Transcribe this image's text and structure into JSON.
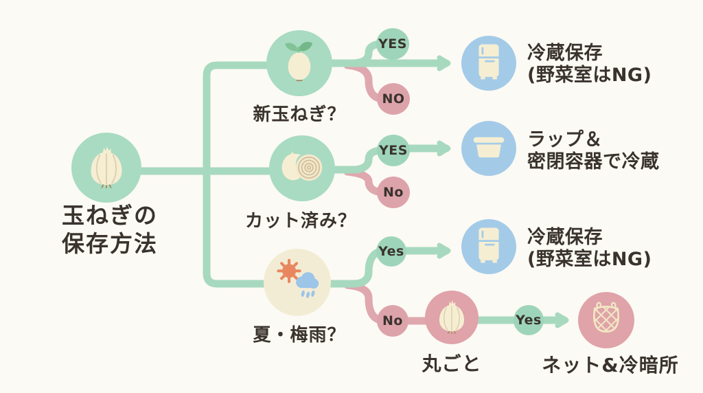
{
  "diagram": {
    "title": {
      "line1": "玉ねぎの",
      "line2": "保存方法"
    },
    "root": {
      "icon": "onion-icon"
    },
    "branches": [
      {
        "question": "新玉ねぎ？",
        "icon": "sprout-onion-icon",
        "yes_label": "YES",
        "no_label": "NO",
        "result": {
          "icon": "fridge-icon",
          "line1": "冷蔵保存",
          "line2": "(野菜室はNG)"
        }
      },
      {
        "question": "カット済み？",
        "icon": "cut-onion-icon",
        "yes_label": "YES",
        "no_label": "No",
        "result": {
          "icon": "container-icon",
          "line1": "ラップ＆",
          "line2": "密閉容器で冷蔵"
        }
      },
      {
        "question": "夏・梅雨？",
        "icon": "sun-rain-icon",
        "yes_label": "Yes",
        "no_label": "No",
        "result": {
          "icon": "fridge-icon",
          "line1": "冷蔵保存",
          "line2": "(野菜室はNG)"
        },
        "no_branch": {
          "node_label": "丸ごと",
          "node_icon": "onion-icon",
          "yes_label": "Yes",
          "result_icon": "net-bag-icon",
          "result_label": "ネット&冷暗所"
        }
      }
    ],
    "colors": {
      "background": "#fcfaf4",
      "green_node": "#a8dbc2",
      "green_line": "#a7d9bf",
      "green_badge": "#9ed5ba",
      "pink_line": "#dfa8ae",
      "pink_badge": "#dda3ab",
      "pink_node": "#dfa3a9",
      "blue_node": "#a3cbe8",
      "cream_node": "#f3ecd5",
      "icon_cream": "#f6eed3",
      "sun_orange": "#e8875f",
      "rain_blue": "#9cc5e8",
      "text": "#3a332d"
    }
  }
}
